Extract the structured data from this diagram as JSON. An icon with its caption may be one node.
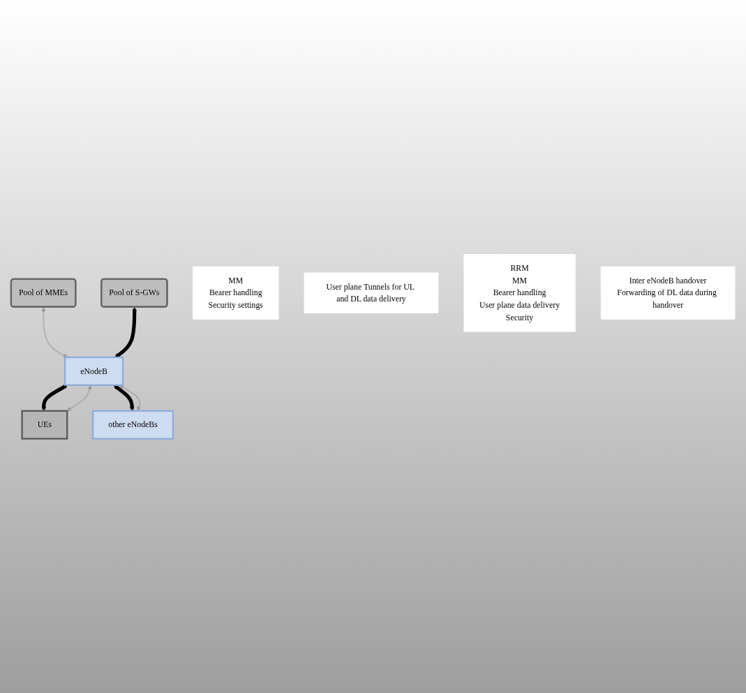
{
  "diagram": {
    "nodes": [
      {
        "text": [
          "Pool of MMEs"
        ]
      },
      {
        "text": [
          "Pool of S-GWs"
        ]
      },
      {
        "text": [
          "eNodeB"
        ]
      },
      {
        "text": [
          "UEs"
        ]
      },
      {
        "text": [
          "other eNodeBs"
        ]
      },
      {
        "text": [
          "MM",
          "Bearer handling",
          "Security settings"
        ]
      },
      {
        "text": [
          "User plane Tunnels for UL and DL data delivery"
        ]
      },
      {
        "text": [
          "RRM",
          "MM",
          "Bearer handling",
          "User plane data delivery",
          "Security"
        ]
      },
      {
        "text": [
          "Inter eNodeB handover",
          "Forwarding of DL data during handover"
        ]
      }
    ],
    "edges": [
      {
        "from": 0,
        "to": 2,
        "arrow": "both",
        "style": "dashed",
        "color": "#999999"
      },
      {
        "from": 1,
        "to": 2,
        "arrow": "both",
        "style": "thick",
        "color": "#000000"
      },
      {
        "from": 2,
        "to": 3,
        "arrow": "both",
        "style": "thick",
        "color": "#000000"
      },
      {
        "from": 2,
        "to": 3,
        "arrow": "both",
        "style": "dashed",
        "color": "#999999"
      },
      {
        "from": 2,
        "to": 4,
        "arrow": "both",
        "style": "thick",
        "color": "#000000"
      },
      {
        "from": 2,
        "to": 4,
        "arrow": "both",
        "style": "dashed",
        "color": "#999999"
      }
    ]
  }
}
